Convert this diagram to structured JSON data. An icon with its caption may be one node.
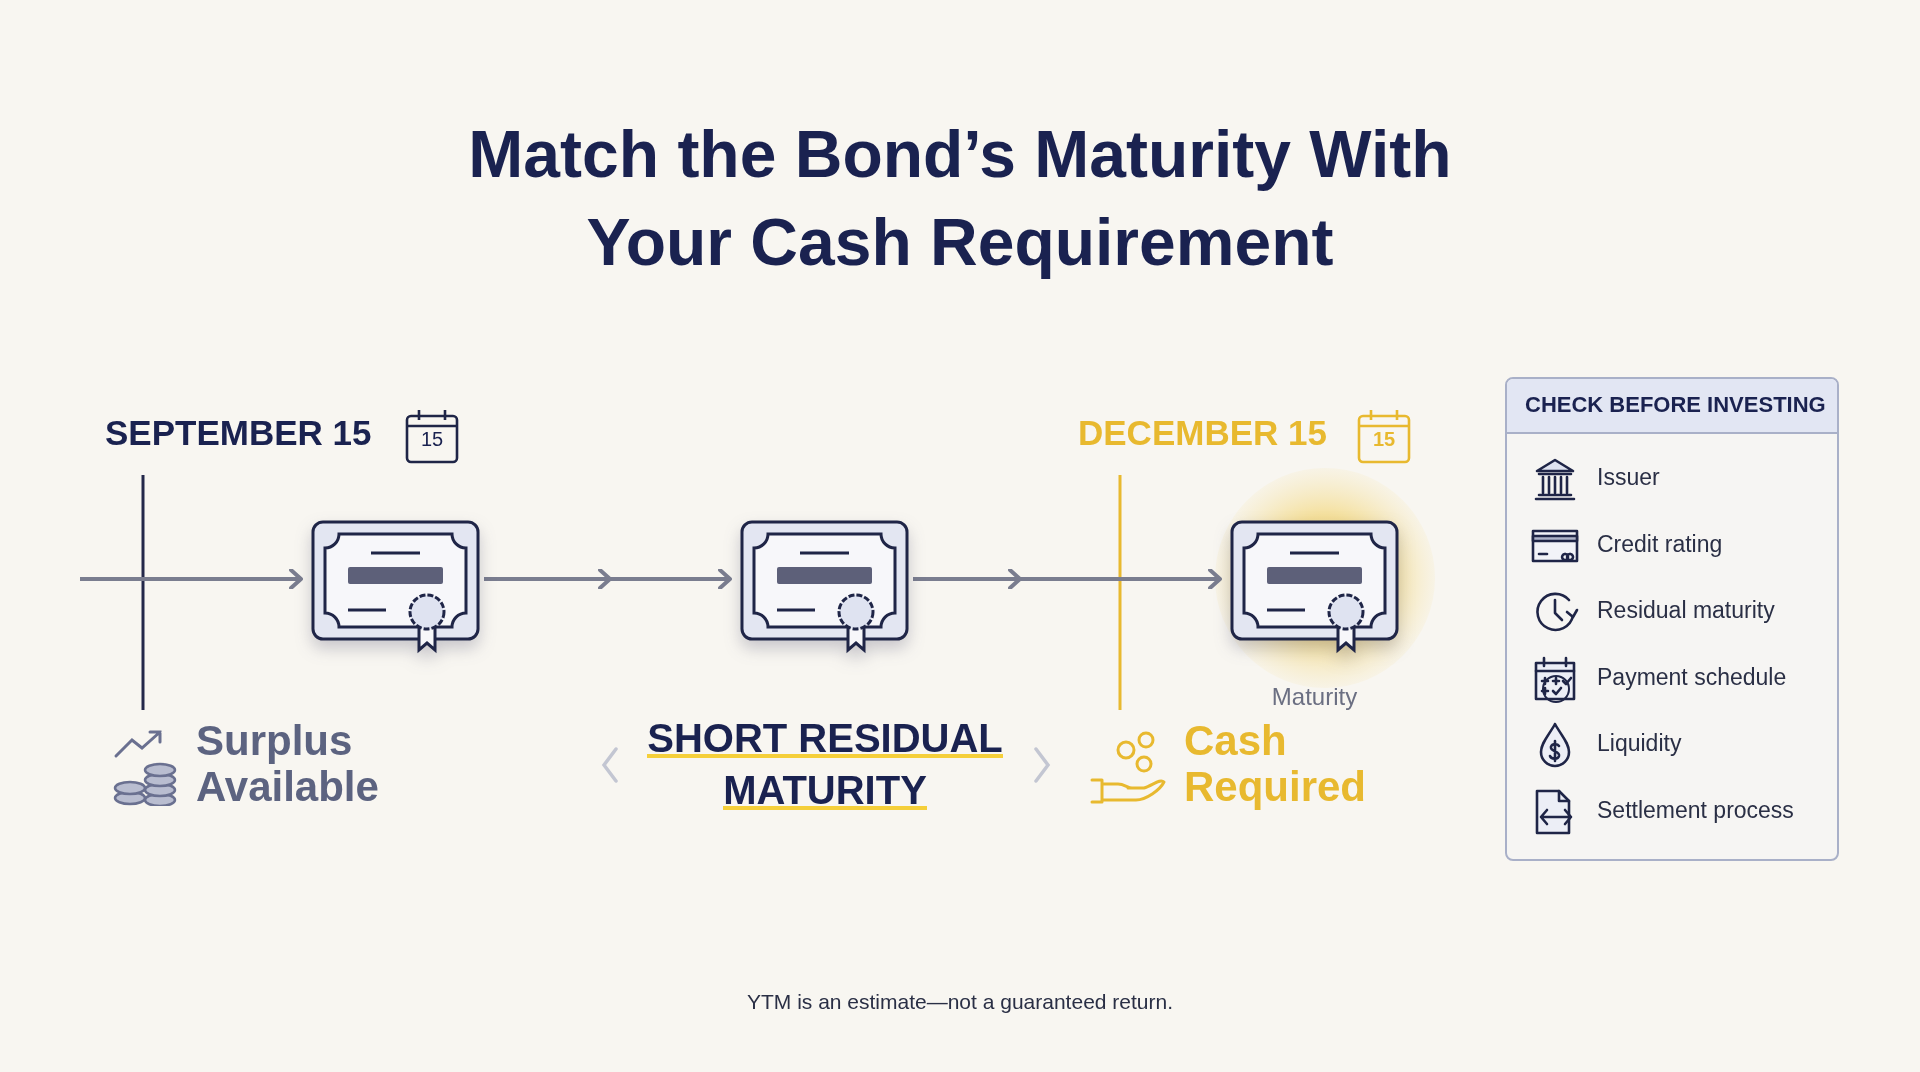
{
  "diagram": {
    "title": "Match the Bond’s Maturity With Your Cash Requirement",
    "caption": "YTM is an estimate—not a guaranteed return.",
    "nodes": [
      {
        "text": [],
        "shape": "picture"
      },
      {
        "text": [],
        "shape": "picture"
      },
      {
        "text": [],
        "shape": "picture",
        "beside": [
          "Maturity"
        ]
      },
      {
        "text": [
          "CHECK BEFORE INVESTING",
          "Issuer",
          "Credit rating",
          "Residual maturity",
          "Payment schedule",
          "Liquidity",
          "Settlement process"
        ]
      }
    ],
    "edges": [
      {
        "from": null,
        "to": 0,
        "arrow": "to"
      },
      {
        "from": 0,
        "to": 1,
        "arrow": "to"
      },
      {
        "from": 1,
        "to": 2,
        "arrow": "to"
      }
    ],
    "labels": [
      "SEPTEMBER 15",
      "15",
      "DECEMBER 15",
      "15",
      "Surplus Available",
      "SHORT RESIDUAL MATURITY",
      "Cash Required"
    ]
  }
}
